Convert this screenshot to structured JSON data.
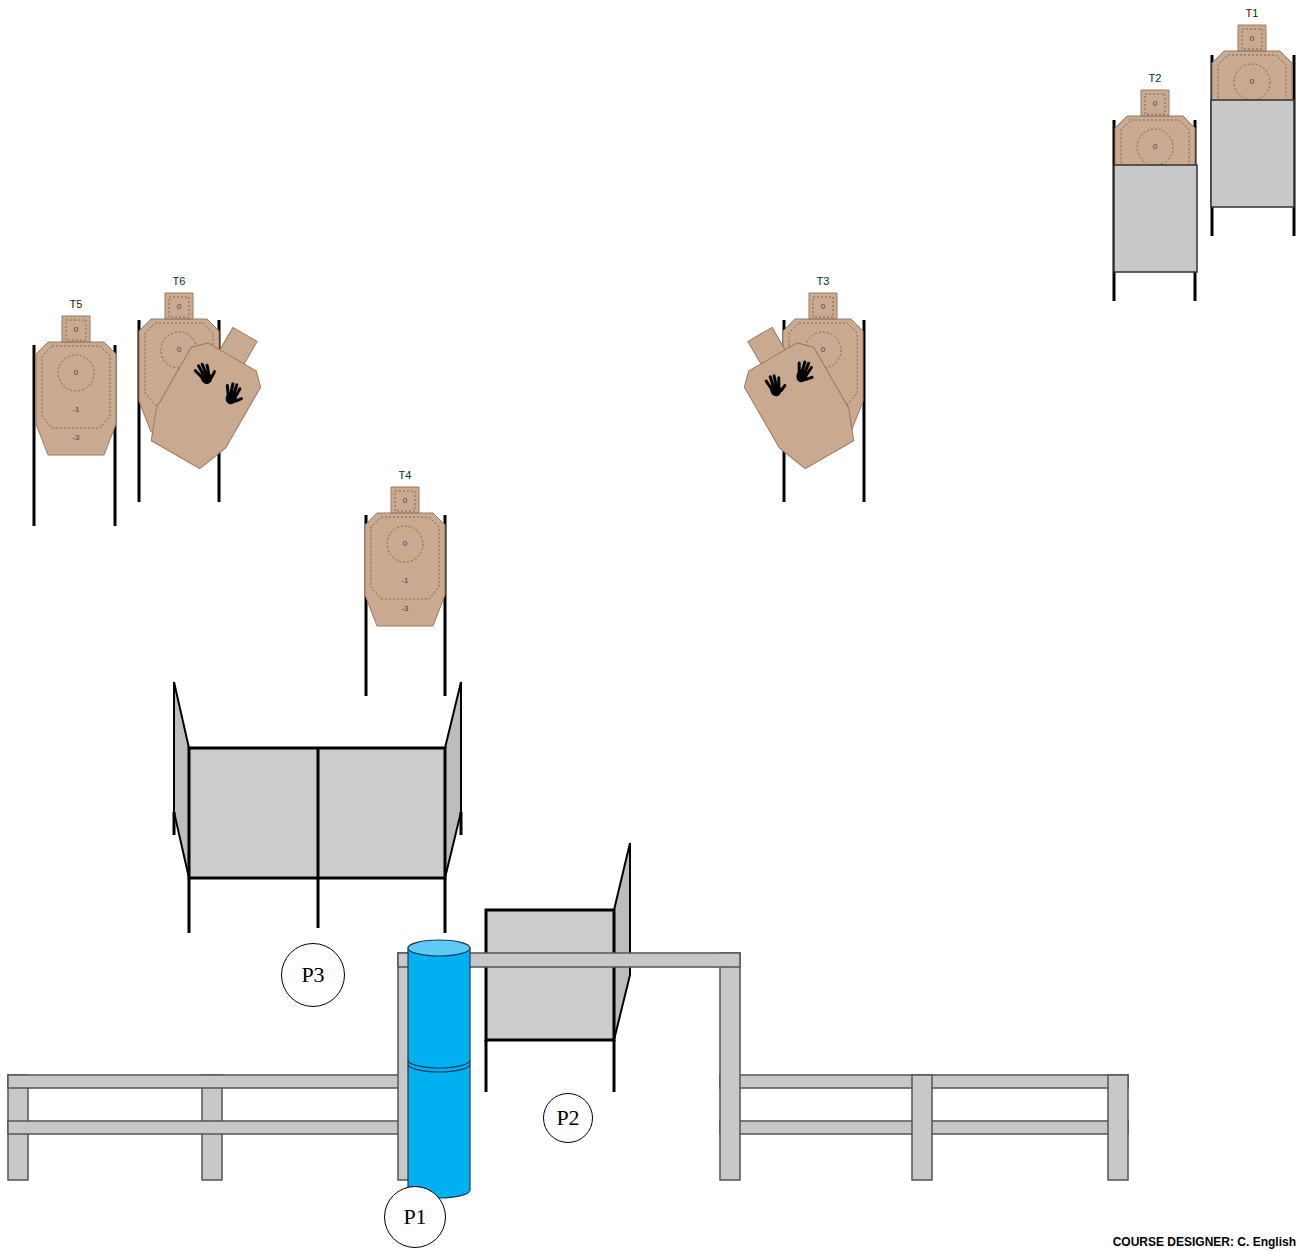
{
  "diagram": {
    "nodes": [
      {
        "text": [
          "T1",
          "0",
          "0"
        ]
      },
      {
        "text": [
          "T2",
          "0",
          "0"
        ]
      },
      {
        "text": [
          "T5",
          "0",
          "0",
          "-1",
          "-3"
        ]
      },
      {
        "text": [
          "T6",
          "0",
          "0"
        ]
      },
      {
        "text": [
          "T3",
          "0",
          "0"
        ]
      },
      {
        "text": [
          "T4",
          "0",
          "0",
          "-1",
          "-3"
        ]
      },
      {
        "text": [
          "P3"
        ]
      },
      {
        "text": [
          "P2"
        ]
      },
      {
        "text": [
          "P1"
        ]
      }
    ],
    "labels": [
      "COURSE DESIGNER: C. English"
    ]
  }
}
